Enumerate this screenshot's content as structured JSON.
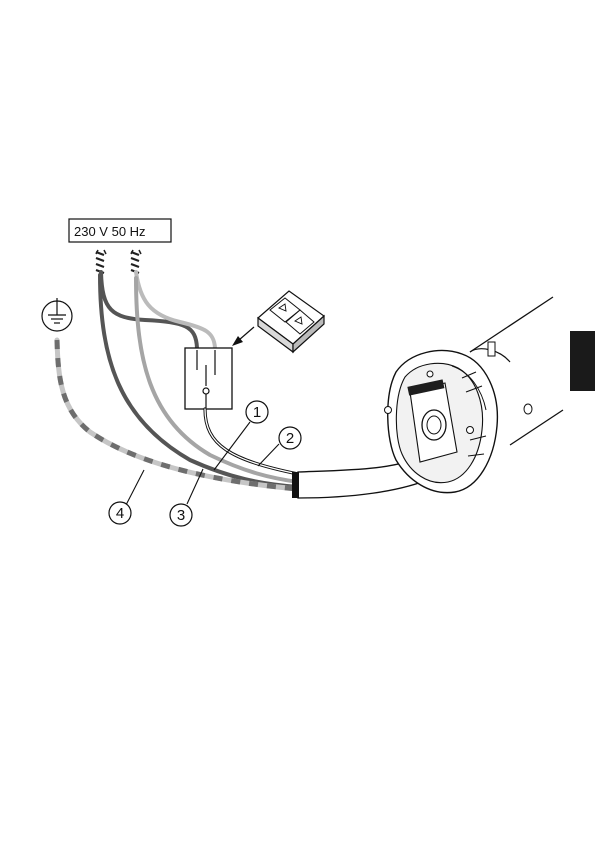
{
  "supply": {
    "label": "230 V  50 Hz"
  },
  "callouts": [
    {
      "id": "1",
      "text": "1"
    },
    {
      "id": "2",
      "text": "2"
    },
    {
      "id": "3",
      "text": "3"
    },
    {
      "id": "4",
      "text": "4"
    }
  ],
  "colors": {
    "line": "#111111",
    "wire_dark": "#555555",
    "wire_mid": "#9a9a9a",
    "wire_light": "#bdbdbd",
    "earth_dash": "#6e6e6e",
    "page_tab": "#1a1a1a"
  },
  "icons": {
    "earth": "earth-ground-icon",
    "switch": "double-pole-switch-icon",
    "remote": "up-down-switch-remote-icon",
    "motor": "tubular-motor-icon"
  }
}
